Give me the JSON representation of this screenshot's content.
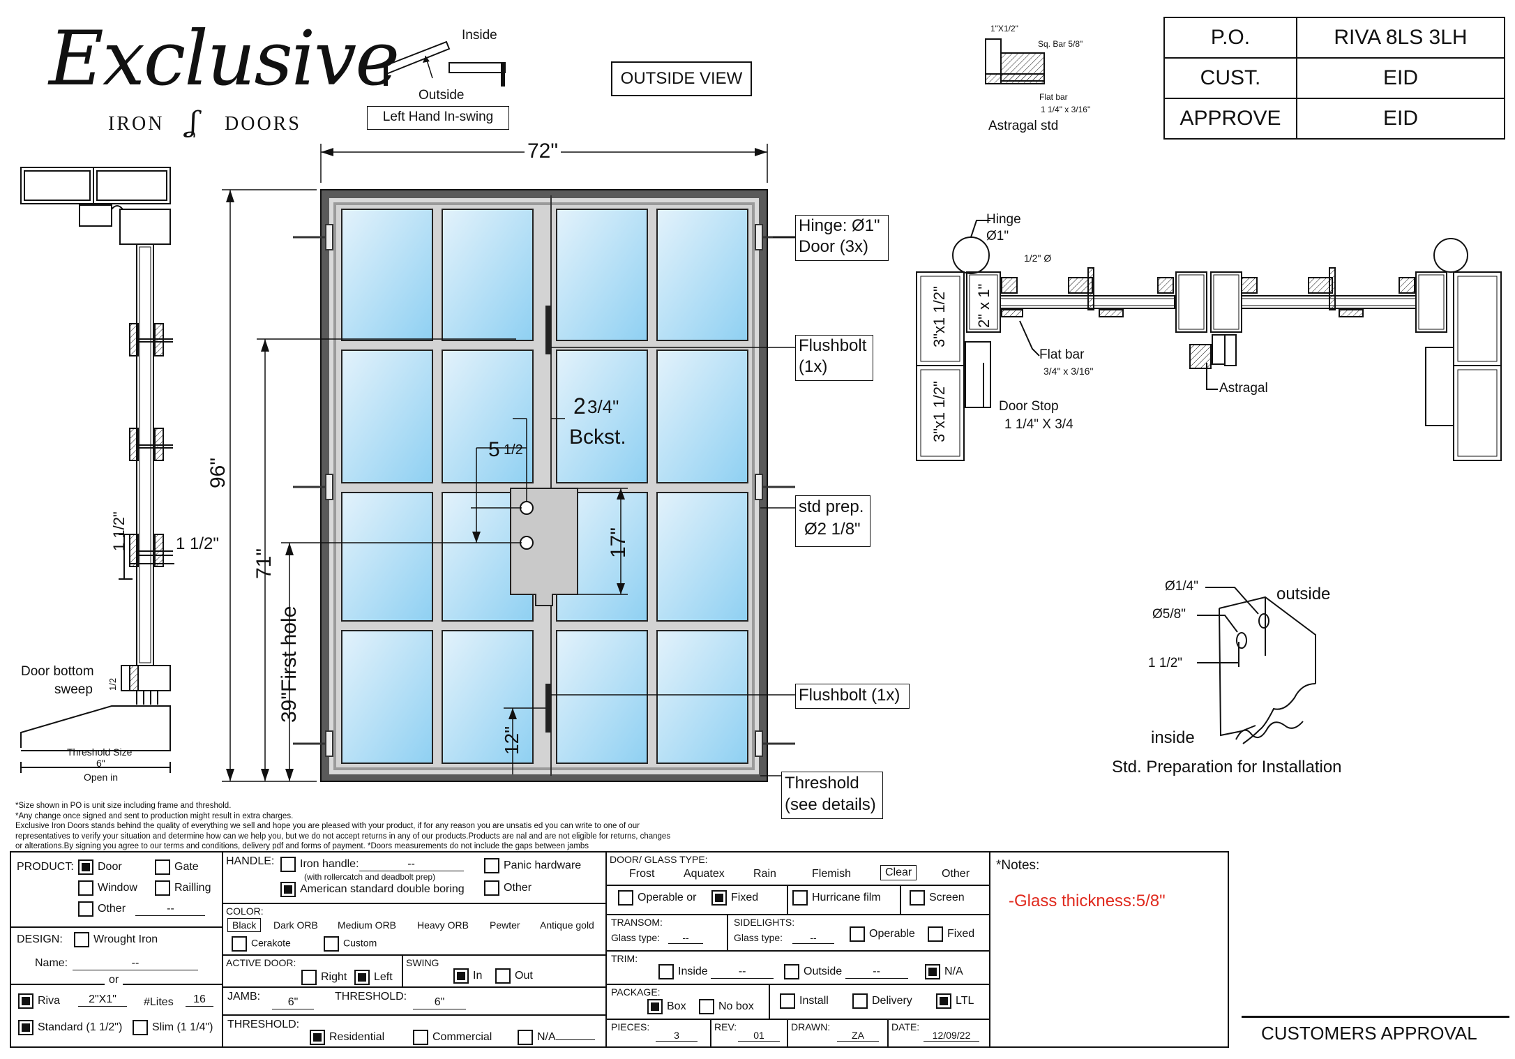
{
  "brand": {
    "script": "Exclusive",
    "line1": "IRON",
    "line2": "DOORS"
  },
  "swing_diagram": {
    "inside": "Inside",
    "outside": "Outside",
    "label": "Left Hand In-swing"
  },
  "view_label": "OUTSIDE VIEW",
  "astragal": {
    "top": "1\"X1/2\"",
    "sq_bar": "Sq. Bar 5/8\"",
    "flat_bar": "Flat bar",
    "flat_bar_size": "1 1/4\" x 3/16\"",
    "caption": "Astragal std"
  },
  "po_table": [
    {
      "label": "P.O.",
      "value": "RIVA 8LS 3LH"
    },
    {
      "label": "CUST.",
      "value": "EID"
    },
    {
      "label": "APPROVE",
      "value": "EID"
    }
  ],
  "elevation": {
    "width": "72\"",
    "height": "96\"",
    "handle_height": "71\"",
    "first_hole": "39\"First hole",
    "hinge": "Hinge: Ø1\"",
    "hinge_count": "Door (3x)",
    "flushbolt_top_1": "Flushbolt",
    "flushbolt_top_2": "(1x)",
    "backset_num": "2",
    "backset_frac": "3/4\"",
    "backset_label": "Bckst.",
    "spacing_whole": "5",
    "spacing_frac": "1/2",
    "prep_1": "std prep.",
    "prep_2": "Ø2 1/8\"",
    "plate_height": "17\"",
    "flushbolt_bottom": "Flushbolt (1x)",
    "bottom_dim": "12\"",
    "threshold_1": "Threshold",
    "threshold_2": "(see details)"
  },
  "section": {
    "dim_vertical": "1 1/2\"",
    "dim_horizontal": "1 1/2\"",
    "sweep_1": "Door bottom",
    "sweep_2": "sweep",
    "sweep_dim": "1/2",
    "threshold_size": "Threshold Size",
    "threshold_value": "6\"",
    "open_in": "Open in"
  },
  "plan": {
    "hinge": "Hinge",
    "hinge_size": "Ø1\"",
    "half": "1/2\" Ø",
    "frame_a": "3\"x1 1/2\"",
    "frame_b": "3\"x1 1/2\"",
    "frame_c": "2\" x 1\"",
    "flat_bar": "Flat bar",
    "flat_bar_size": "3/4\" x 3/16\"",
    "door_stop": "Door Stop",
    "door_stop_size": "1 1/4\" X 3/4",
    "astragal": "Astragal"
  },
  "prep_detail": {
    "quarter": "Ø1/4\"",
    "five_eighths": "Ø5/8\"",
    "one_half": "1 1/2\"",
    "outside": "outside",
    "inside": "inside",
    "caption": "Std. Preparation for Installation"
  },
  "fine_print": [
    "*Size shown in PO is unit size including frame and threshold.",
    "*Any change once signed and sent to production might result in extra charges.",
    "Exclusive Iron Doors stands behind the quality of everything we sell and hope you are pleased with your product, if for any reason you are unsatis    ed you can write to one of our",
    "representatives to verify your situation and determine how can we help you, but we do not accept returns in any of our products.Products are     nal and are not eligible for returns, changes",
    "or alterations.By signing you agree to our terms and conditions, delivery pdf and forms of payment. *Doors measurements do not include the gaps between jambs"
  ],
  "form": {
    "product_label": "PRODUCT:",
    "door": "Door",
    "gate": "Gate",
    "window": "Window",
    "railling": "Railling",
    "other": "Other",
    "other_value": "--",
    "design_label": "DESIGN:",
    "wrought_iron": "Wrought Iron",
    "name_label": "Name:",
    "name_value": "--",
    "or": "or",
    "riva": "Riva",
    "riva_size": "2\"X1\"",
    "lites_label": "#Lites",
    "lites_value": "16",
    "standard": "Standard (1 1/2\")",
    "slim": "Slim (1 1/4\")",
    "handle_label": "HANDLE:",
    "iron_handle": "Iron handle:",
    "iron_handle_value": "--",
    "rollercatch": "(with rollercatch and deadbolt prep)",
    "panic": "Panic hardware",
    "american": "American standard double boring",
    "handle_other": "Other",
    "color_label": "COLOR:",
    "colors": [
      "Black",
      "Dark ORB",
      "Medium ORB",
      "Heavy ORB",
      "Pewter",
      "Antique gold"
    ],
    "cerakote": "Cerakote",
    "custom": "Custom",
    "active_label": "ACTIVE DOOR:",
    "right": "Right",
    "left": "Left",
    "swing_label": "SWING",
    "in": "In",
    "out": "Out",
    "jamb_label": "JAMB:",
    "jamb_value": "6\"",
    "threshold_label": "THRESHOLD:",
    "threshold_value": "6\"",
    "threshold_type_label": "THRESHOLD:",
    "residential": "Residential",
    "commercial": "Commercial",
    "na": "N/A",
    "glass_label": "DOOR/ GLASS TYPE:",
    "glass_types": [
      "Frost",
      "Aquatex",
      "Rain",
      "Flemish",
      "Clear",
      "Other"
    ],
    "operable": "Operable",
    "or2": "or",
    "fixed": "Fixed",
    "hurricane": "Hurricane film",
    "screen": "Screen",
    "transom_label": "TRANSOM:",
    "transom_glass": "Glass type:",
    "transom_value": "--",
    "sidelights_label": "SIDELIGHTS:",
    "side_glass": "Glass type:",
    "side_value": "--",
    "side_operable": "Operable",
    "side_fixed": "Fixed",
    "trim_label": "TRIM:",
    "trim_inside": "Inside",
    "trim_inside_value": "--",
    "trim_outside": "Outside",
    "trim_outside_value": "--",
    "trim_na": "N/A",
    "package_label": "PACKAGE:",
    "box": "Box",
    "nobox": "No box",
    "install": "Install",
    "delivery": "Delivery",
    "ltl": "LTL",
    "pieces_label": "PIECES:",
    "pieces_value": "3",
    "rev_label": "REV:",
    "rev_value": "01",
    "drawn_label": "DRAWN:",
    "drawn_value": "ZA",
    "date_label": "DATE:",
    "date_value": "12/09/22",
    "notes_label": "*Notes:",
    "notes_value": "-Glass thickness:5/8\""
  },
  "customers_approval": "CUSTOMERS APPROVAL"
}
